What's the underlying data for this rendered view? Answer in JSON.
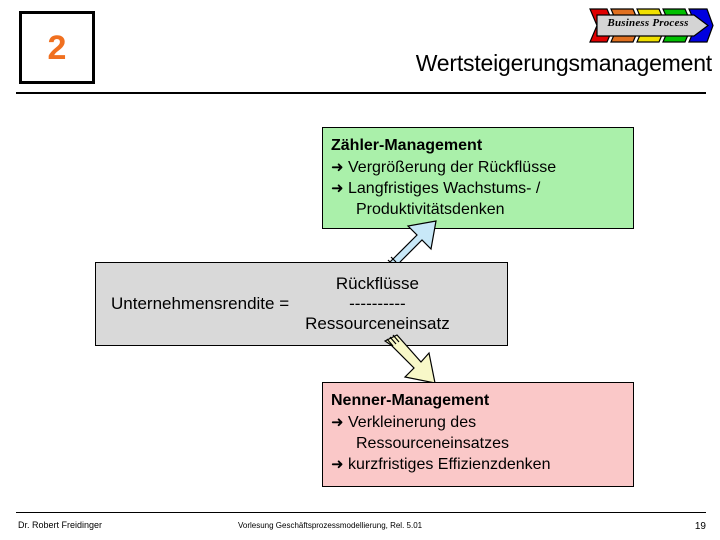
{
  "slide": {
    "number_badge": "2",
    "title": "Wertsteigerungsmanagement",
    "logo": {
      "text": "Business Process",
      "segment_colors": [
        "#e00000",
        "#e07020",
        "#f0e000",
        "#00c000",
        "#0000e0"
      ],
      "body_color": "#d4d4d4"
    },
    "accent_color": "#f07020"
  },
  "diagram": {
    "numerator_box": {
      "heading": "Zähler-Management",
      "fill_color": "#aaf0aa",
      "bullets": [
        {
          "arrow": "➜",
          "text": "Vergrößerung der Rückflüsse"
        },
        {
          "arrow": "➜",
          "text": "Langfristiges Wachstums- /"
        }
      ],
      "continuation": "Produktivitätsdenken"
    },
    "formula_box": {
      "fill_color": "#d9d9d9",
      "lhs": "Unternehmensrendite  =",
      "numerator": "Rückflüsse",
      "divider": "----------",
      "denominator": "Ressourceneinsatz"
    },
    "denominator_box": {
      "heading": "Nenner-Management",
      "fill_color": "#fac8c8",
      "bullets": [
        {
          "arrow": "➜",
          "text": "Verkleinerung des"
        }
      ],
      "continuation": "Ressourceneinsatzes",
      "bullets2": [
        {
          "arrow": "➜",
          "text": "kurzfristiges Effizienzdenken"
        }
      ]
    },
    "arrow_up": {
      "fill_color": "#c8e8f8",
      "direction": "up-right"
    },
    "arrow_down": {
      "fill_color": "#f8f8c8",
      "direction": "down-right"
    }
  },
  "footer": {
    "author": "Dr. Robert Freidinger",
    "course": "Vorlesung Geschäftsprozessmodellierung, Rel. 5.01",
    "page": "19"
  }
}
